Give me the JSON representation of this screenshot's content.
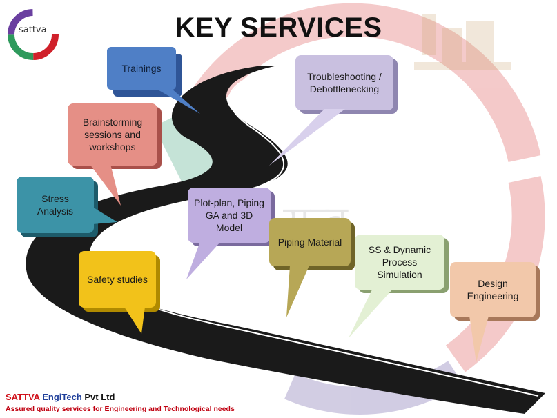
{
  "title": "KEY SERVICES",
  "logo": {
    "text": "sattva"
  },
  "watermark": {
    "text": "सत्त्व"
  },
  "services": [
    {
      "id": "trainings",
      "label": "Trainings",
      "color": "#4f7fc6"
    },
    {
      "id": "troubleshooting",
      "label": "Troubleshooting / Debottlenecking",
      "color": "#c9c0e0"
    },
    {
      "id": "brainstorming",
      "label": "Brainstorming sessions and workshops",
      "color": "#e58f86"
    },
    {
      "id": "stress",
      "label": "Stress Analysis",
      "color": "#3c93a7"
    },
    {
      "id": "plotplan",
      "label": "Plot-plan, Piping GA and 3D Model",
      "color": "#bfaee0"
    },
    {
      "id": "piping",
      "label": "Piping Material",
      "color": "#b7a756"
    },
    {
      "id": "safety",
      "label": "Safety studies",
      "color": "#f2c21a"
    },
    {
      "id": "ss",
      "label": "SS & Dynamic Process Simulation",
      "color": "#d9ebc4"
    },
    {
      "id": "design",
      "label": "Design Engineering",
      "color": "#f2c8aa"
    }
  ],
  "footer": {
    "company_part1": "SATTVA",
    "company_part2": "EngiTech",
    "company_part3": "Pvt Ltd",
    "tagline": "Assured quality services for Engineering and Technological needs"
  }
}
